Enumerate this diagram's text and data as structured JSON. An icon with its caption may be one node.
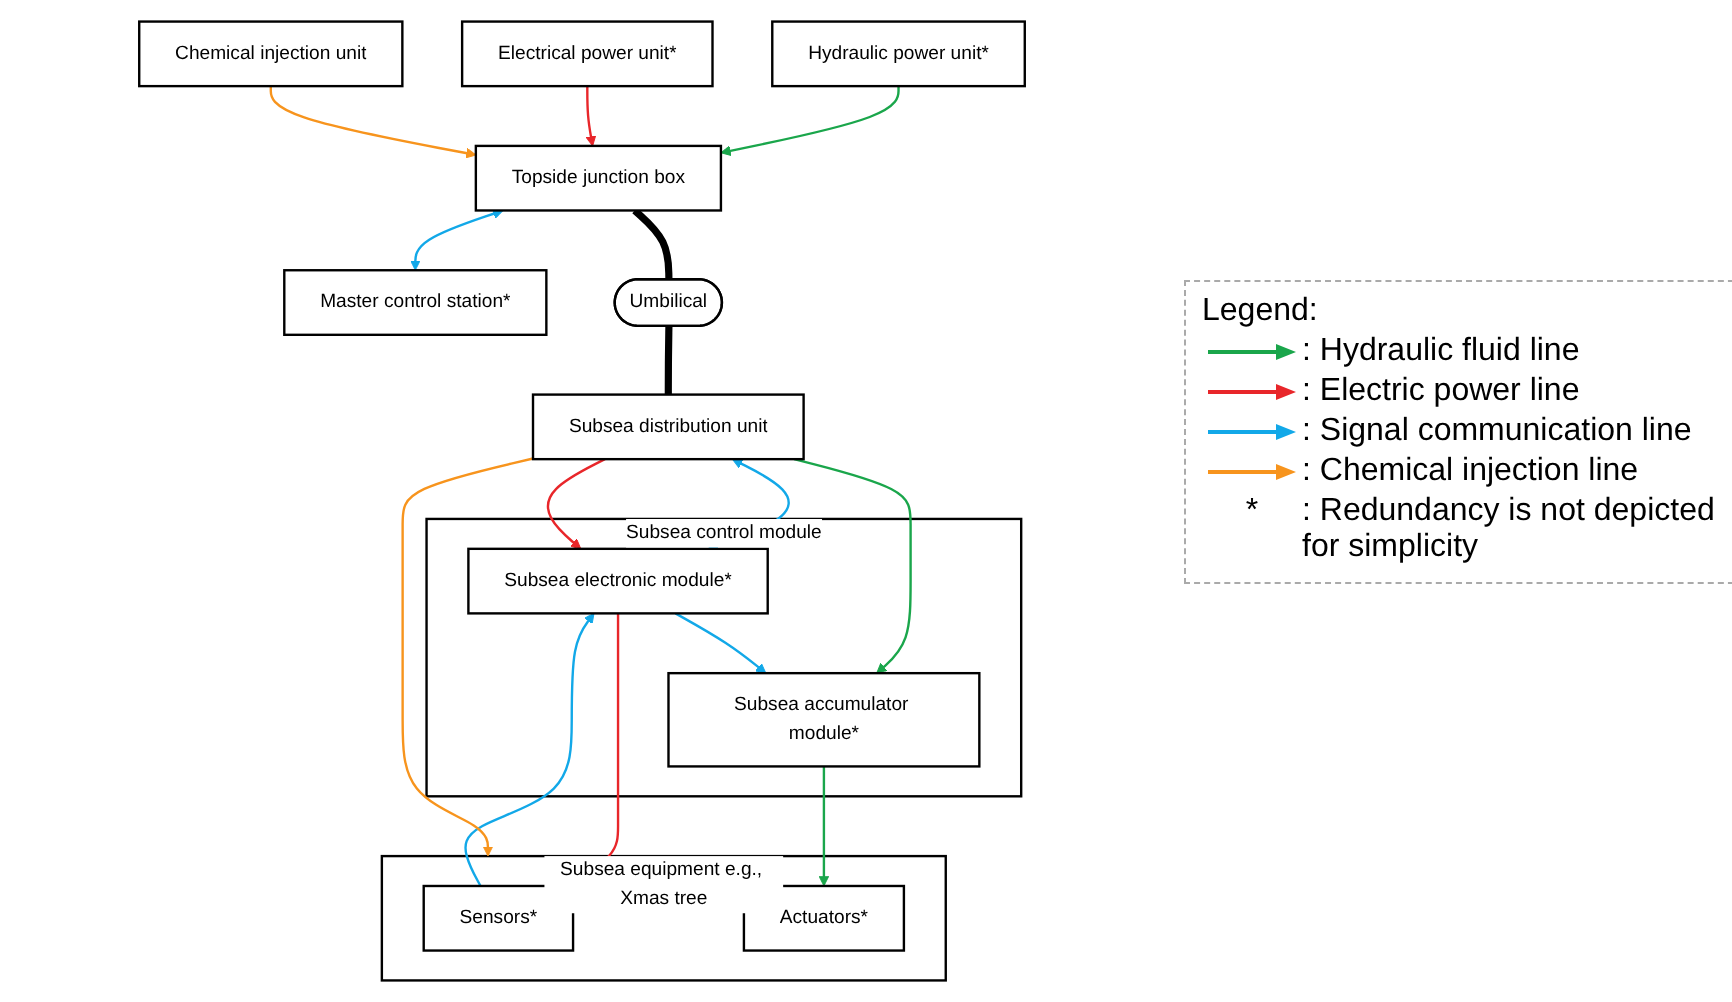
{
  "diagram": {
    "nodes": [
      {
        "text": [
          "Hydraulic power unit*"
        ]
      },
      {
        "text": [
          "Electrical power unit*"
        ]
      },
      {
        "text": [
          "Master control station*"
        ]
      },
      {
        "text": [
          "Chemical injection unit"
        ]
      },
      {
        "text": [
          "Topside junction box"
        ]
      },
      {
        "text": [
          "Umbilical"
        ]
      },
      {
        "text": [
          "Subsea distribution unit"
        ]
      },
      {
        "text": [
          "Subsea control module"
        ]
      },
      {
        "text": [
          "Subsea electronic module*"
        ],
        "in": 7
      },
      {
        "text": [
          "Subsea accumulator module*"
        ],
        "in": 7
      },
      {
        "text": [
          "Subsea equipment e.g., Xmas tree"
        ]
      },
      {
        "text": [
          "Sensors*"
        ],
        "in": 10
      },
      {
        "text": [
          "Actuators*"
        ],
        "in": 10
      }
    ],
    "edges": [
      {
        "from": 0,
        "to": 4,
        "arrow": "to",
        "color": "#1aa64b"
      },
      {
        "from": 1,
        "to": 4,
        "arrow": "to",
        "color": "#e8262a"
      },
      {
        "from": 4,
        "to": 2,
        "arrow": "both",
        "color": "#12a8e8"
      },
      {
        "from": 3,
        "to": 4,
        "arrow": "to",
        "color": "#f7941d"
      },
      {
        "from": 4,
        "to": 5,
        "arrow": "none",
        "style": "thick",
        "color": "#000000"
      },
      {
        "from": 5,
        "to": 6,
        "arrow": "none",
        "style": "thick",
        "color": "#000000"
      },
      {
        "from": 6,
        "to": 8,
        "arrow": "both",
        "color": "#12a8e8"
      },
      {
        "from": 6,
        "to": 8,
        "arrow": "to",
        "color": "#e8262a"
      },
      {
        "from": 6,
        "to": 9,
        "arrow": "to",
        "color": "#1aa64b"
      },
      {
        "from": 8,
        "to": 11,
        "arrow": "to",
        "color": "#e8262a"
      },
      {
        "from": 11,
        "to": 8,
        "arrow": "to",
        "color": "#12a8e8"
      },
      {
        "from": 8,
        "to": 9,
        "arrow": "to",
        "color": "#12a8e8"
      },
      {
        "from": 9,
        "to": 12,
        "arrow": "to",
        "color": "#1aa64b"
      },
      {
        "from": 6,
        "to": 10,
        "arrow": "to",
        "color": "#f7941d"
      }
    ],
    "labels": [
      "Legend:",
      "*"
    ],
    "legend": [
      {
        "text": ": Hydraulic fluid line",
        "color": "#1aa64b"
      },
      {
        "text": ": Electric power line",
        "color": "#e8262a"
      },
      {
        "text": ": Signal communication line",
        "color": "#12a8e8"
      },
      {
        "text": ": Chemical injection line",
        "color": "#f7941d"
      },
      {
        "text": ": Redundancy is not depicted for simplicity"
      }
    ]
  }
}
